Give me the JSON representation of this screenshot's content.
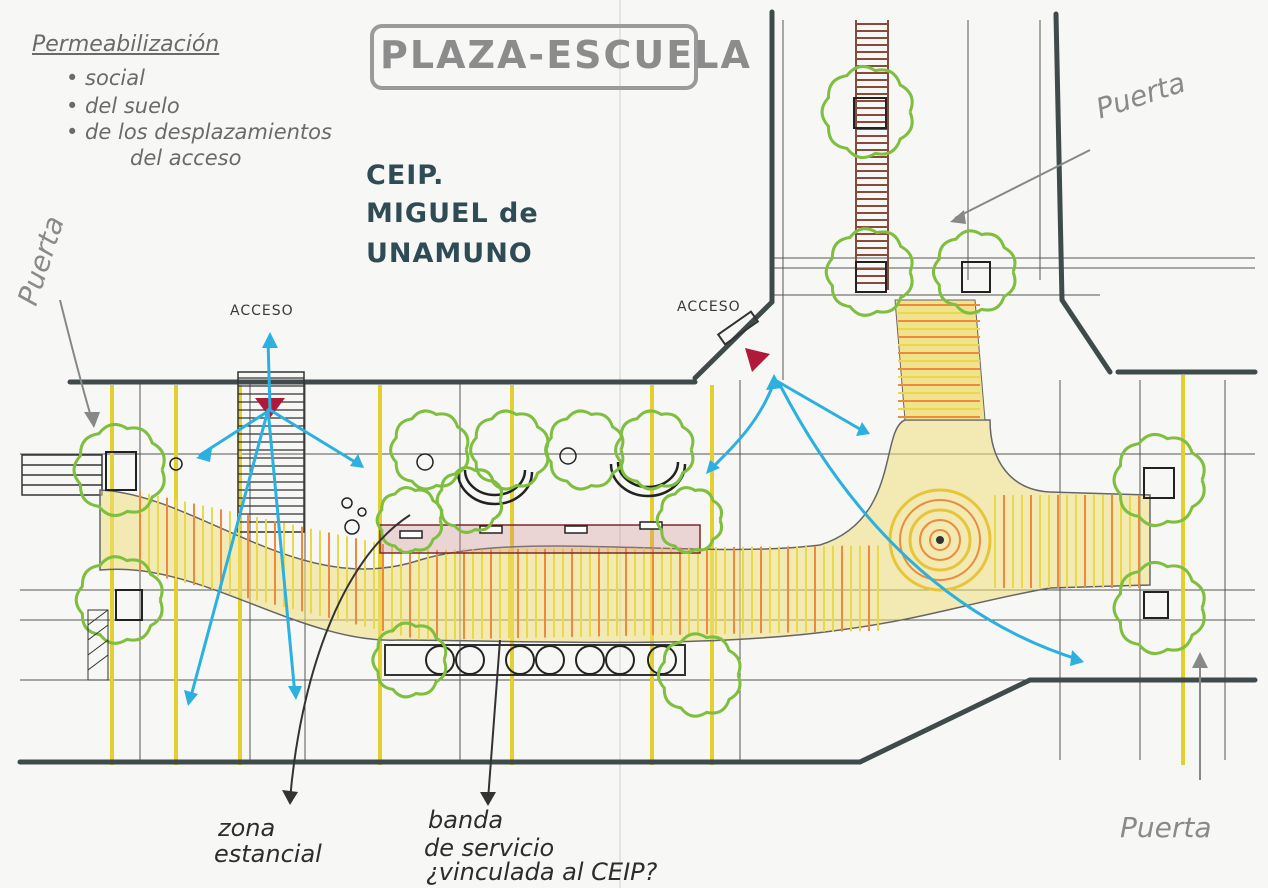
{
  "title": "PLAZA-ESCUELA",
  "permeabilization": {
    "heading": "Permeabilización",
    "items": [
      "• social",
      "• del suelo",
      "• de los desplazamientos",
      "del acceso"
    ]
  },
  "school_name": [
    "CEIP.",
    "MIGUEL de",
    "UNAMUNO"
  ],
  "access_labels": [
    "ACCESO",
    "ACCESO"
  ],
  "door_labels": [
    "Puerta",
    "Puerta",
    "Puerta"
  ],
  "annotations": {
    "zona_line1": "zona",
    "zona_line2": "estancial",
    "banda_line1": "banda",
    "banda_line2": "de servicio",
    "banda_line3": "¿vinculada al CEIP?"
  },
  "colors": {
    "street_lines": "#3f4a4a",
    "pavement_yellow": "#e8d84a",
    "pavement_orange": "#ee8a3a",
    "trees": "#7fbf3f",
    "flows": "#2bb0e0",
    "access_marker": "#b01a3a",
    "brick_path": "#8a4a3a"
  }
}
